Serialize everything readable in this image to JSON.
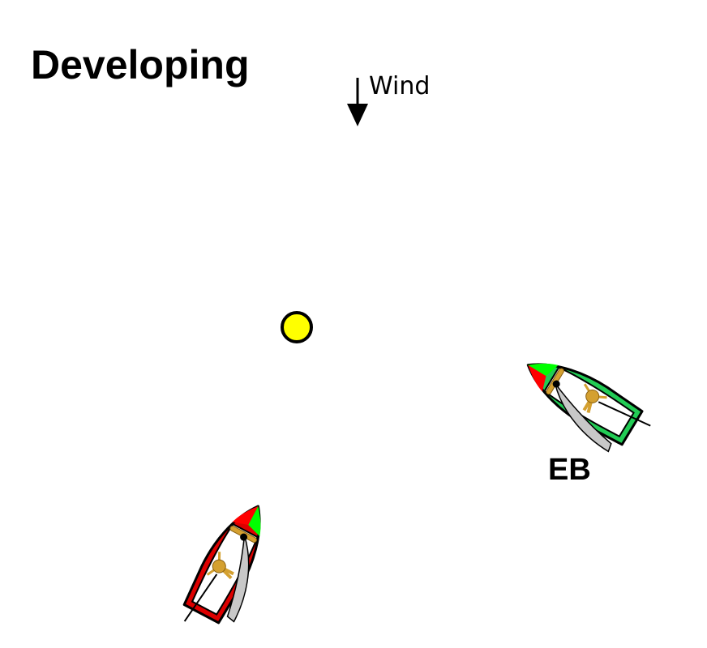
{
  "diagram": {
    "title": "Developing",
    "wind": {
      "label": "Wind",
      "direction": "down",
      "icon": "arrow-down-icon"
    },
    "mark": {
      "shape": "circle",
      "fill": "#ffff00",
      "stroke": "#000000"
    },
    "boats": [
      {
        "id": "green-boat",
        "label": "EB",
        "hull_color": "#22cc55",
        "bow_port_color": "#ff0000",
        "bow_starboard_color": "#00ff00",
        "sail_color": "#c0c0c0",
        "crew_color": "#d4a030"
      },
      {
        "id": "red-boat",
        "label": "",
        "hull_color": "#dd0000",
        "bow_port_color": "#ff0000",
        "bow_starboard_color": "#00ff00",
        "sail_color": "#c0c0c0",
        "crew_color": "#d4a030"
      }
    ]
  }
}
